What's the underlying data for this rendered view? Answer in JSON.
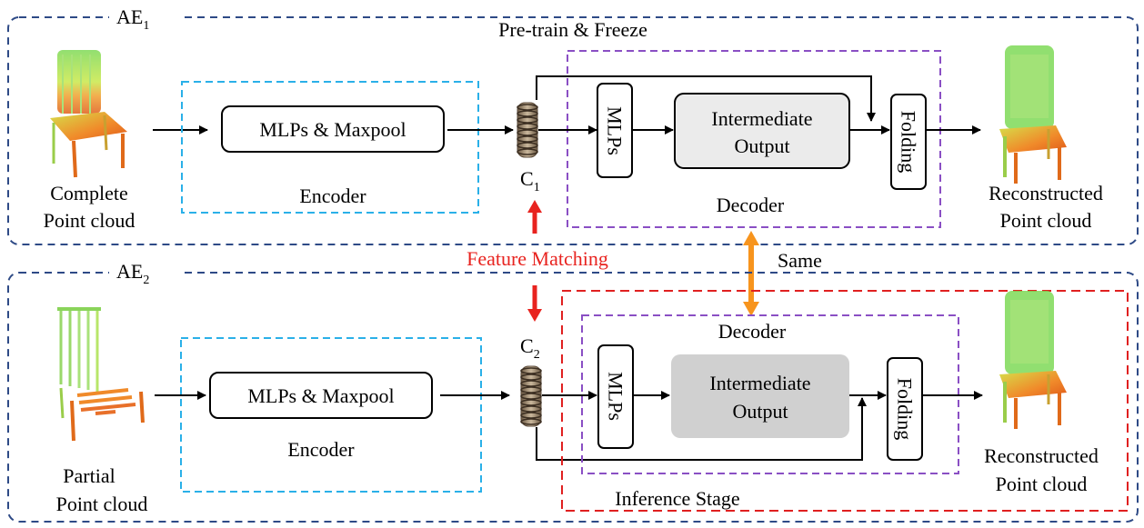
{
  "ae1": {
    "label": "AE",
    "label_sub": "1",
    "top_note": "Pre-train & Freeze",
    "input_label_line1": "Complete",
    "input_label_line2": "Point cloud",
    "encoder_block": "MLPs & Maxpool",
    "encoder_caption": "Encoder",
    "code_label": "C",
    "code_sub": "1",
    "mlps_label": "MLPs",
    "intermediate_line1": "Intermediate",
    "intermediate_line2": "Output",
    "folding_label": "Folding",
    "decoder_caption": "Decoder",
    "output_label_line1": "Reconstructed",
    "output_label_line2": "Point cloud"
  },
  "ae2": {
    "label": "AE",
    "label_sub": "2",
    "input_label_line1": "Partial",
    "input_label_line2": "Point cloud",
    "encoder_block": "MLPs & Maxpool",
    "encoder_caption": "Encoder",
    "code_label": "C",
    "code_sub": "2",
    "mlps_label": "MLPs",
    "intermediate_line1": "Intermediate",
    "intermediate_line2": "Output",
    "folding_label": "Folding",
    "decoder_caption": "Decoder",
    "inference_caption": "Inference Stage",
    "output_label_line1": "Reconstructed",
    "output_label_line2": "Point cloud"
  },
  "links": {
    "feature_matching": "Feature Matching",
    "same": "Same"
  },
  "colors": {
    "ae_border": "#2e4a86",
    "encoder_border": "#2ab0e8",
    "decoder_border": "#8a4fc4",
    "inference_border": "#e02020",
    "feature_matching": "#e8231f",
    "same_arrow": "#f7941d",
    "intermediate_fill_ae1": "#ebebeb",
    "intermediate_fill_ae2": "#d0d0d0",
    "code_stack": "#8a7560"
  },
  "icons": {
    "chair_complete": "chair-point-cloud-icon",
    "chair_partial": "partial-chair-point-cloud-icon",
    "chair_reconstructed": "reconstructed-chair-icon",
    "code_vector": "coil-stack-icon"
  }
}
